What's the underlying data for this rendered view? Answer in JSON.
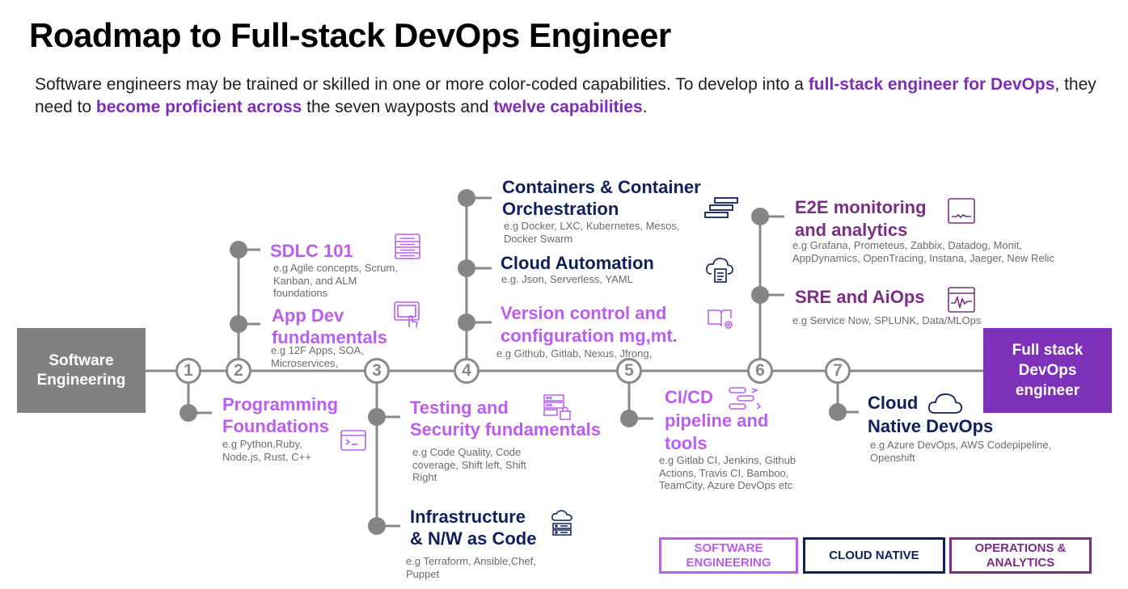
{
  "title": "Roadmap to Full-stack DevOps Engineer",
  "intro": {
    "p1": "Software engineers may be trained or skilled in one or more color-coded capabilities. To develop into a ",
    "h1": "full-stack engineer for DevOps",
    "p2": ", they need to ",
    "h2": "become proficient across",
    "p3": " the seven wayposts and ",
    "h3": "twelve capabilities",
    "p4": "."
  },
  "start_box": {
    "line1": "Software",
    "line2": "Engineering"
  },
  "end_box": {
    "line1": "Full stack",
    "line2": "DevOps",
    "line3": "engineer"
  },
  "wayposts": [
    "1",
    "2",
    "3",
    "4",
    "5",
    "6",
    "7"
  ],
  "capabilities": {
    "sdlc": {
      "title": "SDLC 101",
      "ex1": "e.g Agile concepts, Scrum,",
      "ex2": "Kanban, and ALM",
      "ex3": "foundations"
    },
    "appdev": {
      "t1": "App Dev",
      "t2": "fundamentals",
      "ex1": "e.g 12F Apps, SOA,",
      "ex2": "Microservices,"
    },
    "prog": {
      "t1": "Programming",
      "t2": "Foundations",
      "ex1": "e.g Python,Ruby,",
      "ex2": "Node.js, Rust, C++"
    },
    "containers": {
      "t1": "Containers & Container",
      "t2": "Orchestration",
      "ex1": "e.g Docker, LXC, Kubernetes, Mesos,",
      "ex2": "Docker Swarm"
    },
    "cloudauto": {
      "title": "Cloud Automation",
      "ex1": "e.g. Json, Serverless, YAML"
    },
    "version": {
      "t1": "Version control and",
      "t2": "configuration mg,mt.",
      "ex1": "e.g  Github, Gitlab, Nexus, Jfrong,"
    },
    "testing": {
      "t1": "Testing and",
      "t2": "Security fundamentals",
      "ex1": "e.g Code Quality, Code",
      "ex2": "coverage, Shift left, Shift",
      "ex3": "Right"
    },
    "infra": {
      "t1": "Infrastructure",
      "t2": "& N/W as Code",
      "ex1": "e.g Terraform, Ansible,Chef,",
      "ex2": "Puppet"
    },
    "cicd": {
      "t1": "CI/CD",
      "t2": "pipeline and",
      "t3": "tools",
      "ex1": "e.g Gitlab CI, Jenkins, Github",
      "ex2": "Actions, Travis CI, Bamboo,",
      "ex3": "TeamCity, Azure DevOps etc"
    },
    "e2e": {
      "t1": "E2E monitoring",
      "t2": "and analytics",
      "ex1": "e.g Grafana, Prometeus, Zabbix, Datadog, Monit,",
      "ex2": "AppDynamics, OpenTracing, Instana, Jaeger, New Relic"
    },
    "sre": {
      "title": "SRE and AiOps",
      "ex1": "e.g  Service Now, SPLUNK, Data/MLOps"
    },
    "cloudnative": {
      "t1": "Cloud",
      "t2": "Native DevOps",
      "ex1": "e.g Azure DevOps, AWS Codepipeline,",
      "ex2": "Openshift"
    }
  },
  "legend": {
    "software": {
      "l1": "SOFTWARE",
      "l2": "ENGINEERING"
    },
    "cloud": {
      "l1": "CLOUD NATIVE"
    },
    "ops": {
      "l1": "OPERATIONS &",
      "l2": "ANALYTICS"
    }
  },
  "colors": {
    "software_engineering": "#bb5ef0",
    "cloud_native": "#10205a",
    "operations_analytics": "#7b2e84",
    "timeline_gray": "#8a8a8a",
    "end_box": "#7d30b8",
    "start_box": "#818181"
  },
  "icons": [
    "server-list-icon",
    "monitor-touch-icon",
    "terminal-icon",
    "stack-layers-icon",
    "cloud-document-icon",
    "book-gear-icon",
    "server-lock-icon",
    "cloud-server-icon",
    "pipeline-arrows-icon",
    "cloud-outline-icon",
    "monitor-chart-icon",
    "monitor-pulse-icon"
  ]
}
